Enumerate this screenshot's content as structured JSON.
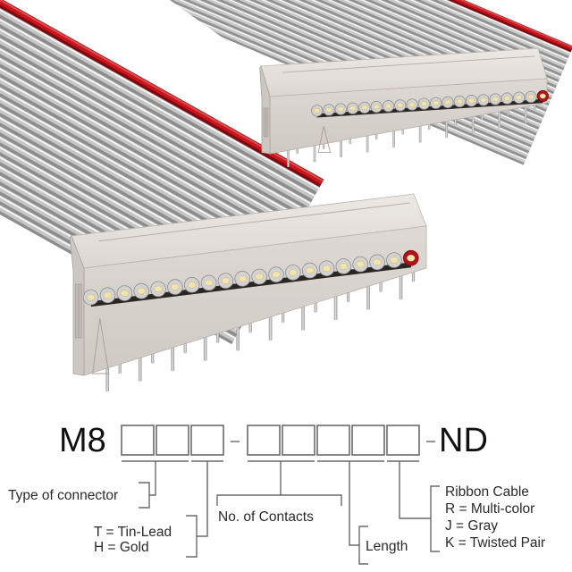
{
  "product": {
    "description": "Ribbon cable assembly with two socket connectors",
    "cable_colors": {
      "conductor_gray": "#c4c4c4",
      "pin1_stripe_red": "#b3121a"
    },
    "connector_color": "#d9d4cf",
    "contact_count_shown": 20
  },
  "part_number": {
    "prefix": "M8",
    "group1_boxes": 3,
    "separator1": "-",
    "group2_boxes": 5,
    "separator2": "-",
    "suffix": "ND"
  },
  "legend": {
    "type_of_connector": "Type of connector",
    "plating": {
      "t": "T = Tin-Lead",
      "h": "H = Gold"
    },
    "contacts": "No. of Contacts",
    "length": "Length",
    "ribbon": {
      "title": "Ribbon Cable",
      "r": "R = Multi-color",
      "j": "J = Gray",
      "k": "K = Twisted Pair"
    }
  }
}
